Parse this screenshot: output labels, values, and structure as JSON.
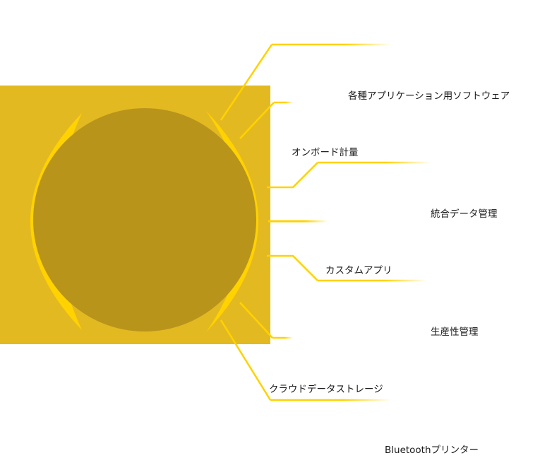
{
  "colors": {
    "panel": "#E3B922",
    "core": "#B8941B",
    "accent": "#FFD200"
  },
  "labels": [
    "各種アプリケーション用ソフトウェア",
    "オンボード計量",
    "統合データ管理",
    "カスタムアプリ",
    "生産性管理",
    "クラウドデータストレージ",
    "Bluetoothプリンター"
  ]
}
